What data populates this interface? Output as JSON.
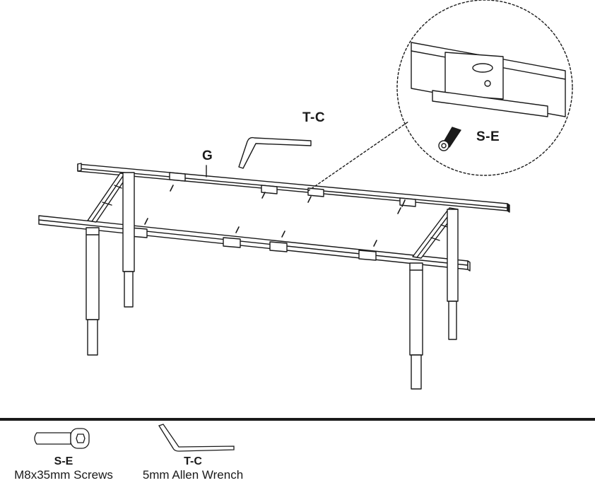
{
  "diagram": {
    "callouts": {
      "allen_wrench": "T-C",
      "frame": "G",
      "screw": "S-E"
    }
  },
  "legend": {
    "items": [
      {
        "code": "S-E",
        "description": "M8x35mm Screws",
        "icon": "screw-icon"
      },
      {
        "code": "T-C",
        "description": "5mm Allen Wrench",
        "icon": "allen-wrench-icon"
      }
    ]
  },
  "colors": {
    "line": "#1a1a1a",
    "background": "#ffffff"
  }
}
